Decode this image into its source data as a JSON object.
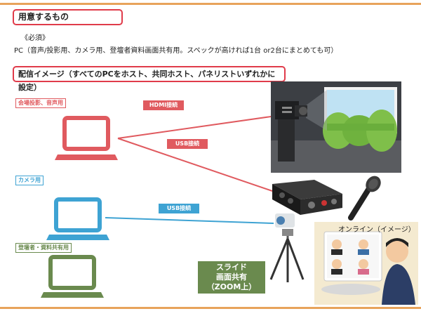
{
  "section1": {
    "title": "用意するもの"
  },
  "required": {
    "label": "《必須》",
    "text": "PC（音声/投影用、カメラ用、登壇者資料画面共有用。スペックが高ければ1台 or2台にまとめても可）"
  },
  "section2": {
    "title": "配信イメージ（すべてのPCをホスト、共同ホスト、パネリストいずれかに設定）"
  },
  "pcs": {
    "venue": {
      "label": "会場投影、音声用",
      "color": "#e05a5f"
    },
    "camera": {
      "label": "カメラ用",
      "color": "#3ea3d3"
    },
    "speaker": {
      "label": "登壇者・資料共有用",
      "color": "#6a8a4e"
    }
  },
  "connections": {
    "hdmi": "HDMI接続",
    "usb_audio": "USB接続",
    "usb_camera": "USB接続"
  },
  "slide_share": {
    "line1": "スライド",
    "line2": "画面共有",
    "line3": "（ZOOM上）"
  },
  "online": {
    "label": "オンライン（イメージ）"
  },
  "colors": {
    "accent_bar": "#e8a35b",
    "title_border": "#e03b4a"
  }
}
